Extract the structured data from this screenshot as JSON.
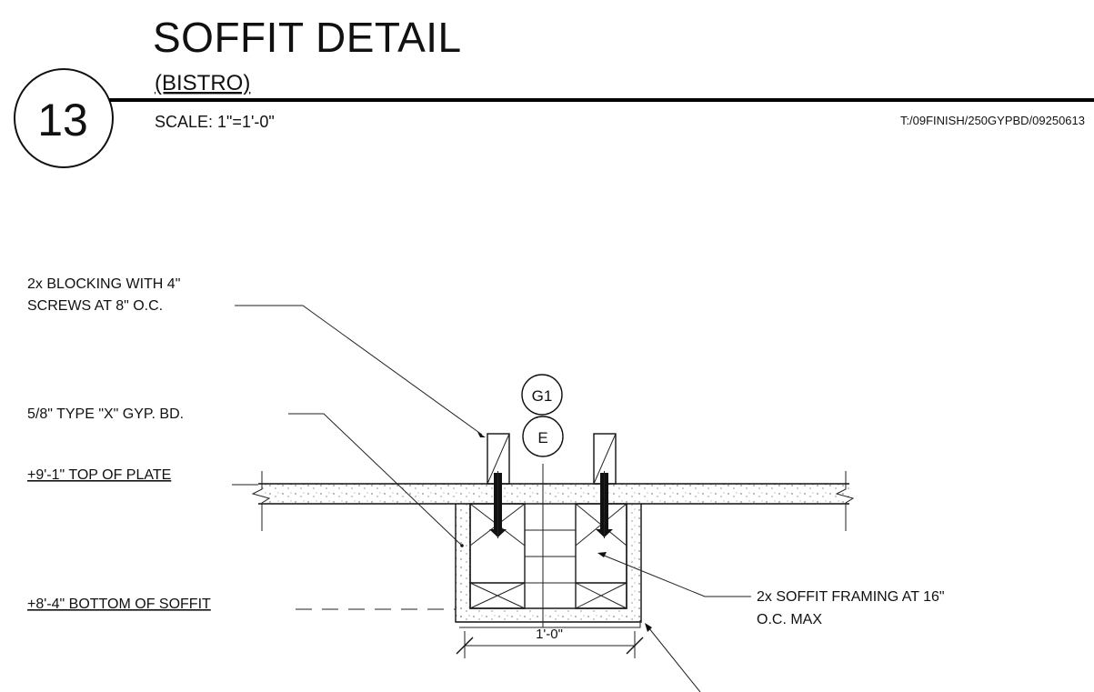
{
  "header": {
    "detail_number": "13",
    "title": "SOFFIT DETAIL",
    "subtitle": "(BISTRO)",
    "scale": "SCALE:  1\"=1'-0\"",
    "file_reference": "T:/09FINISH/250GYPBD/09250613"
  },
  "notes": {
    "blocking_line1": "2x BLOCKING WITH 4\"",
    "blocking_line2": "SCREWS AT 8\" O.C.",
    "gyp_board": "5/8\" TYPE \"X\" GYP. BD.",
    "top_of_plate": "+9'-1\" TOP OF PLATE",
    "bottom_of_soffit": "+8'-4\" BOTTOM OF SOFFIT",
    "framing_line1": "2x SOFFIT FRAMING AT 16\"",
    "framing_line2": "O.C. MAX"
  },
  "bubbles": {
    "upper": "G1",
    "lower": "E"
  },
  "dimension": {
    "width": "1'-0\""
  }
}
